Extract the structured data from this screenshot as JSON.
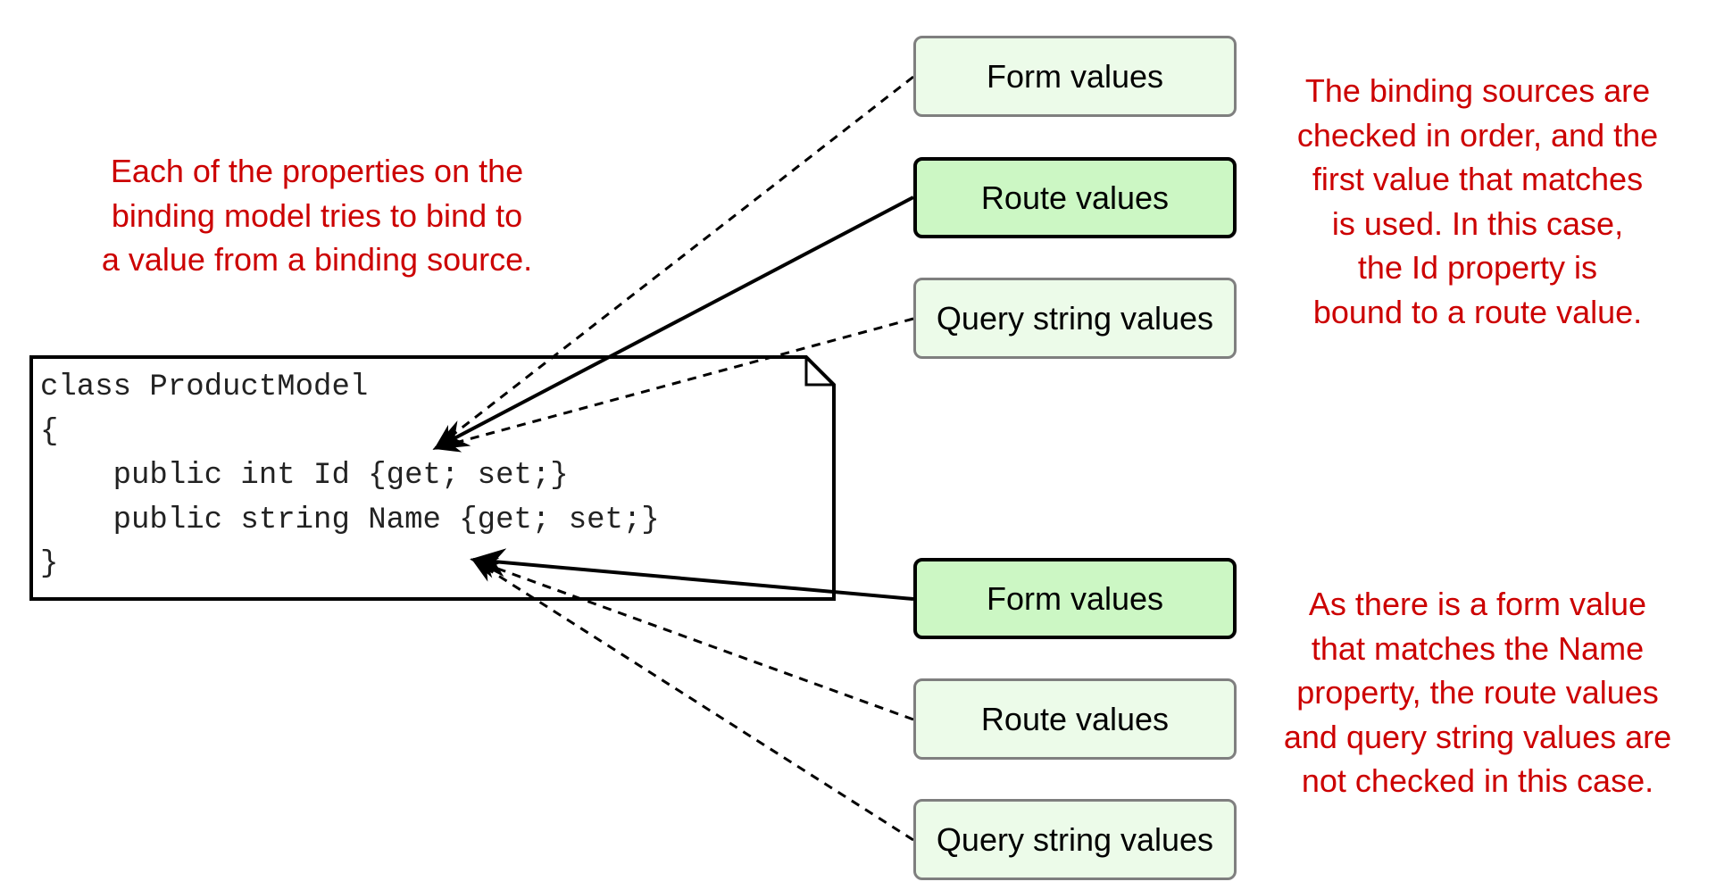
{
  "annotations": {
    "left": [
      "Each of the properties on the",
      "binding model tries to bind to",
      "a value from a binding source."
    ],
    "top_right": [
      "The binding sources are",
      "checked in order, and the",
      "first value that matches",
      "is used. In this case,",
      "the Id property is",
      "bound to a route value."
    ],
    "bottom_right": [
      "As there is a form value",
      "that matches the Name",
      "property, the route values",
      "and query string values are",
      "not checked in this case."
    ]
  },
  "code": {
    "lines": [
      "class ProductModel",
      "{",
      "    public int Id {get; set;}",
      "    public string Name {get; set;}",
      "}"
    ]
  },
  "sources_id": [
    {
      "label": "Form values",
      "active": false
    },
    {
      "label": "Route values",
      "active": true
    },
    {
      "label": "Query string values",
      "active": false
    }
  ],
  "sources_name": [
    {
      "label": "Form values",
      "active": true
    },
    {
      "label": "Route values",
      "active": false
    },
    {
      "label": "Query string values",
      "active": false
    }
  ],
  "colors": {
    "annotation": "#cc0000",
    "active_fill": "#ccf7c4",
    "inactive_fill": "#ecfbe9",
    "active_border": "#000000",
    "inactive_border": "#7f7f7f"
  }
}
